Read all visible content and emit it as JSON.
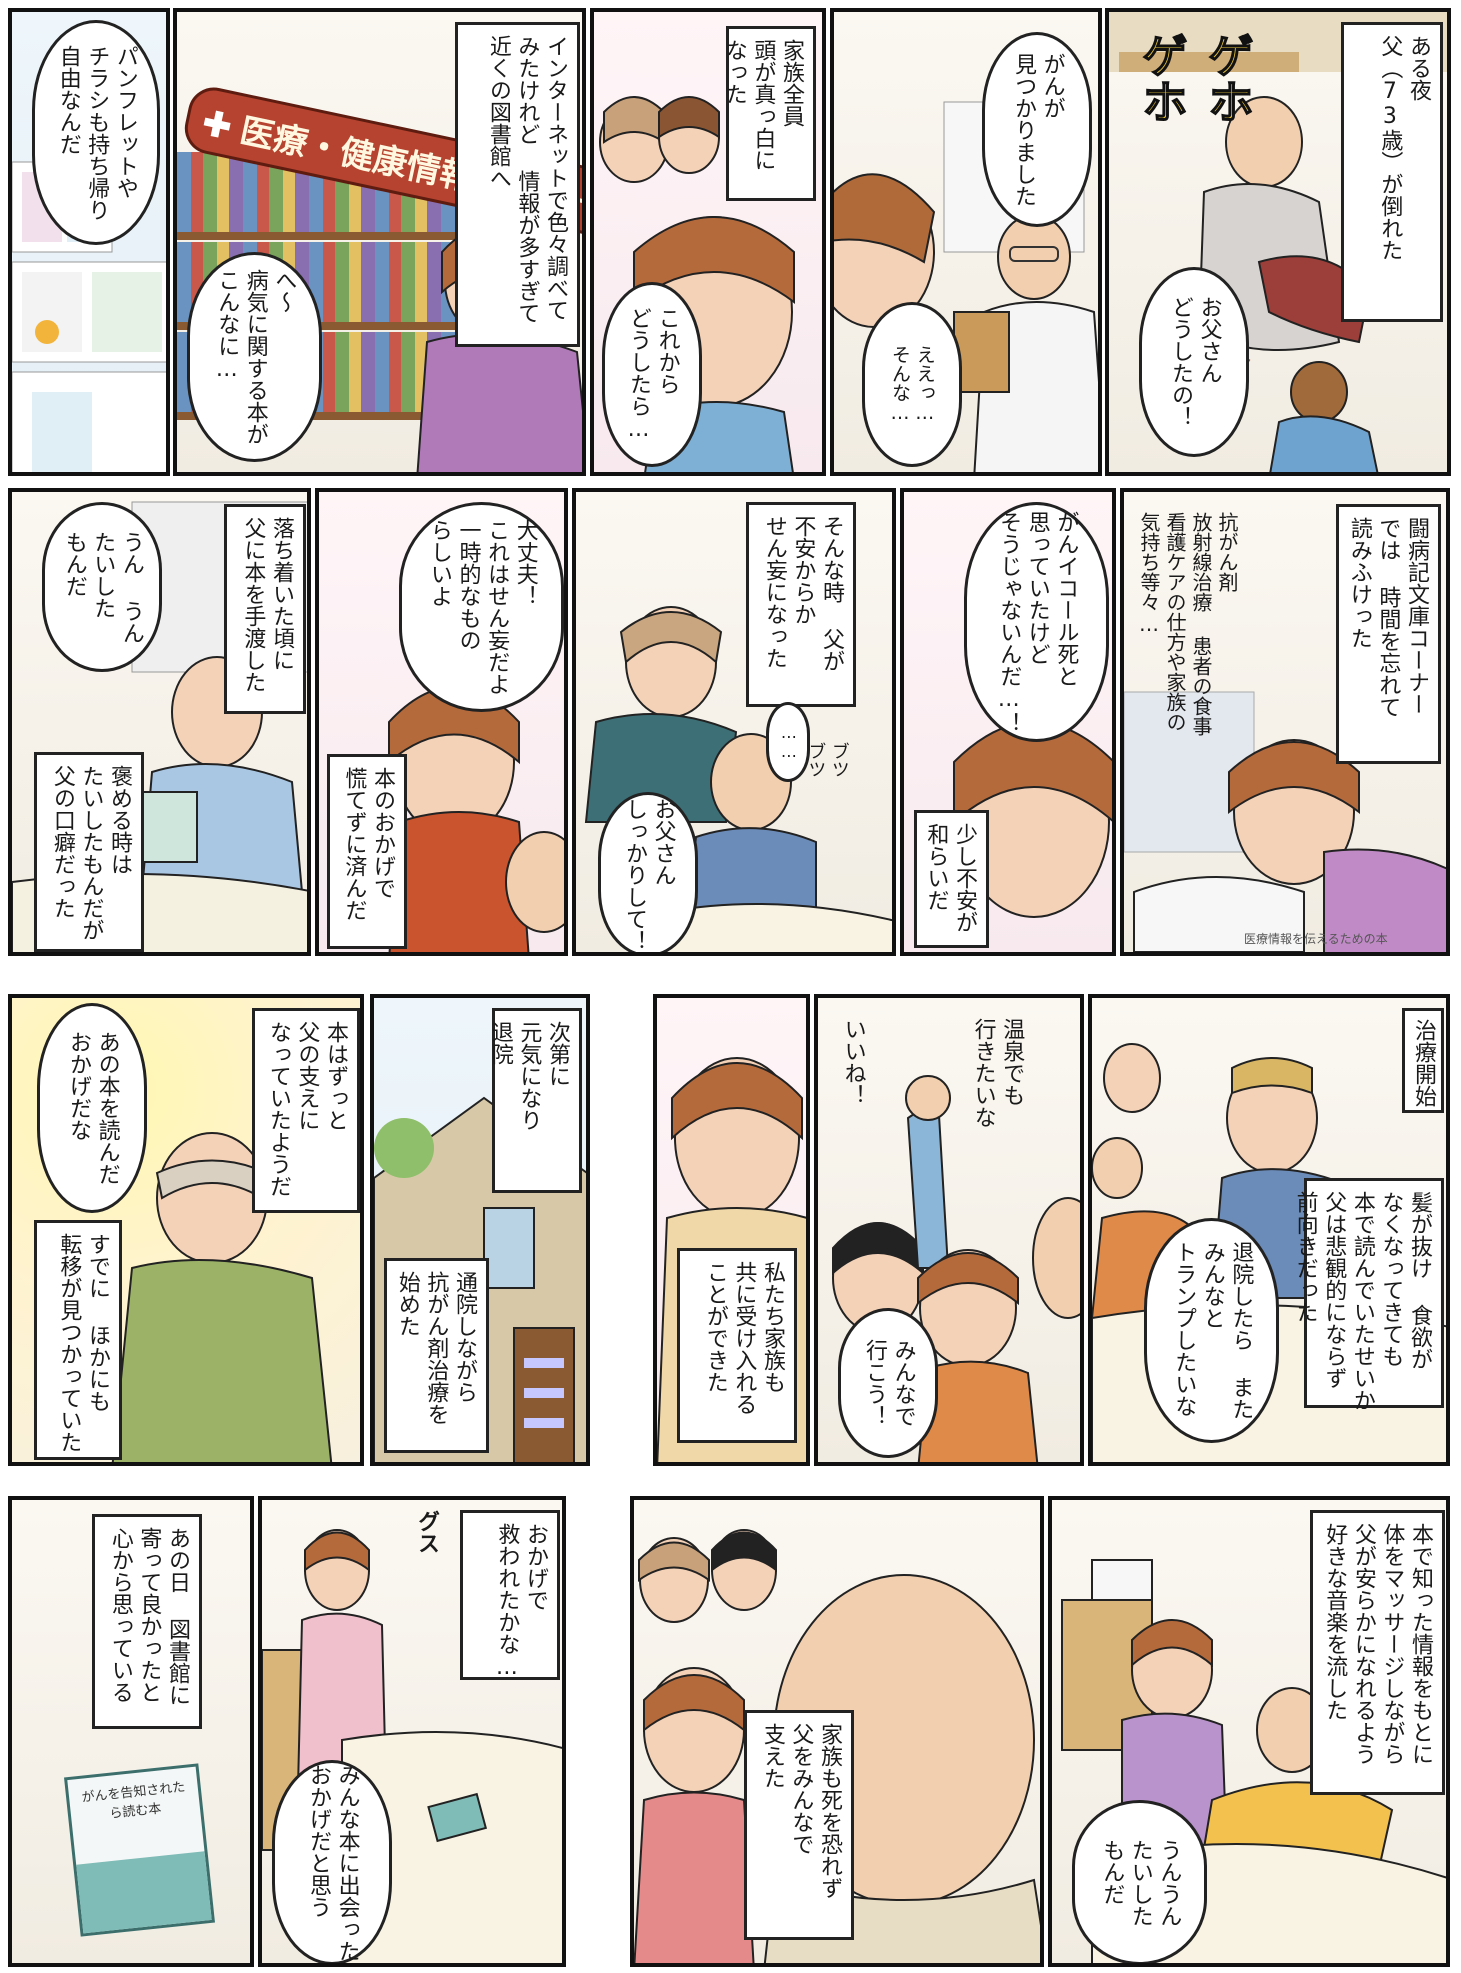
{
  "panels": {
    "p1": {
      "text": "ある夜\n父（73歳）が倒れた",
      "speech": "お父さん\nどうしたの！",
      "sfx": "ゲホ\nゲホ"
    },
    "p2": {
      "speech": "がんが\n見つかりました",
      "reply": "ええっ…\nそんな…"
    },
    "p3": {
      "text": "家族全員\n頭が真っ白に\nなった",
      "speech": "これから\nどうしたら…"
    },
    "p4": {
      "text": "インターネットで色々調べて\nみたけれど 情報が多すぎて\n近くの図書館へ",
      "sign": "医療・健康情報コーナー",
      "speech": "へ〜\n病気に関する本が\nこんなに…"
    },
    "p5": {
      "speech": "パンフレットや\nチラシも持ち帰り\n自由なんだ"
    },
    "p6": {
      "text": "闘病記文庫コーナー\nでは 時間を忘れて\n読みふけった",
      "inner": "抗がん剤\n放射線治療 患者の食事\n看護ケアの仕方や家族の\n気持ち等々…",
      "book_text": "医療情報を伝えるための本"
    },
    "p7": {
      "speech": "がんイコール死と\n思っていたけど\nそうじゃないんだ…！",
      "text": "少し不安が\n和らいだ"
    },
    "p8": {
      "text": "そんな時 父が\n不安からか\nせん妄になった",
      "sfx": "ブツ\nブツ",
      "dots": "……",
      "speech": "お父さん\nしっかりして！"
    },
    "p9": {
      "speech": "大丈夫！\nこれはせん妄だよ\n一時的なもの\nらしいよ",
      "text": "本のおかげで\n慌てずに済んだ"
    },
    "p10": {
      "text": "落ち着いた頃に\n父に本を手渡した",
      "speech": "うん うん\nたいした\nもんだ",
      "text2": "褒める時は\nたいしたもんだが\n父の口癖だった"
    },
    "p11": {
      "text": "治療開始",
      "text2": "髪が抜け 食欲が\nなくなってきても\n本で読んでいたせいか\n父は悲観的にならず\n前向きだった",
      "speech": "退院したら また\nみんなと\nトランプしたいな"
    },
    "p12": {
      "speech1": "温泉でも\n行きたいな",
      "speech2": "いいね！",
      "speech3": "みんなで\n行こう！"
    },
    "p13": {
      "text": "私たち家族も\n共に受け入れる\nことができた"
    },
    "p14": {
      "text": "次第に\n元気になり\n退院",
      "text2": "通院しながら\n抗がん剤治療を\n始めた"
    },
    "p15": {
      "text": "本はずっと\n父の支えに\nなっていたようだ",
      "speech": "あの本を読んだ\nおかげだな",
      "text2": "すでに ほかにも\n転移が見つかっていた"
    },
    "p16": {
      "text": "本で知った情報をもとに\n体をマッサージしながら\n父が安らかになれるよう\n好きな音楽を流した",
      "speech": "うんうん\nたいした\nもんだ"
    },
    "p17": {
      "text": "家族も死を恐れず\n父をみんなで\n支えた"
    },
    "p18": {
      "text": "おかげで\n救われたかな…",
      "sfx": "グス",
      "speech": "みんな本に出会った\nおかげだと思う"
    },
    "p19": {
      "text": "あの日 図書館に\n寄って良かったと\n心から思っている",
      "book_title": "がんを告知されたら読む本"
    }
  }
}
